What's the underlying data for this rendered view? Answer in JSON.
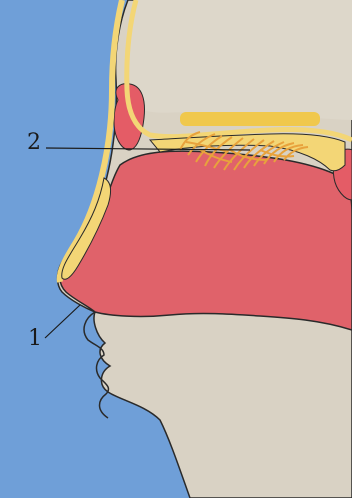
{
  "labels": [
    {
      "id": "1",
      "text": "1"
    },
    {
      "id": "2",
      "text": "2"
    }
  ],
  "colors": {
    "background": "#6f9fd8",
    "skin": "#d9d2c4",
    "nasal_cavity": "#e0626a",
    "bone_outline": "#f3d676",
    "olfactory": "#e8a23c",
    "sinus": "#e45c66",
    "outline": "#2a2a2a"
  },
  "icons": [
    "head-profile-diagram"
  ]
}
